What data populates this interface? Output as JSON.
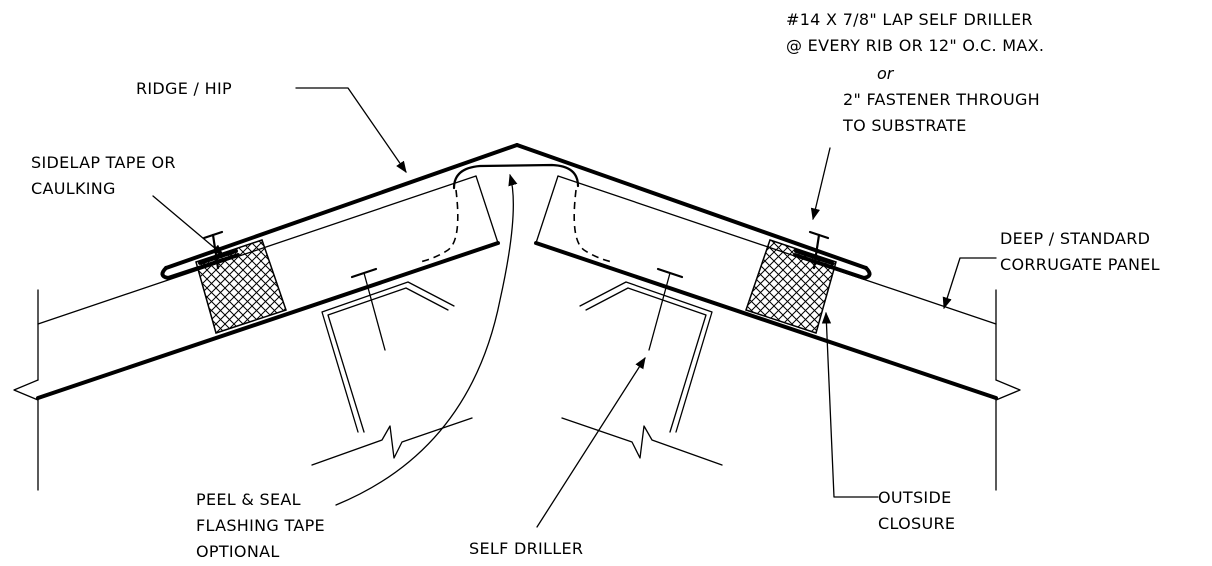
{
  "labels": {
    "ridge_hip": "RIDGE / HIP",
    "sidelap_1": "SIDELAP TAPE OR",
    "sidelap_2": "CAULKING",
    "fastener_1": "#14 X 7/8\" LAP SELF DRILLER",
    "fastener_2": "@ EVERY RIB OR 12\" O.C. MAX.",
    "fastener_or": "or",
    "fastener_3": "2\" FASTENER THROUGH",
    "fastener_4": "TO SUBSTRATE",
    "panel_1": "DEEP / STANDARD",
    "panel_2": "CORRUGATE PANEL",
    "peel_1": "PEEL & SEAL",
    "peel_2": "FLASHING TAPE",
    "peel_3": "OPTIONAL",
    "self_driller": "SELF DRILLER",
    "outside_1": "OUTSIDE",
    "outside_2": "CLOSURE"
  }
}
